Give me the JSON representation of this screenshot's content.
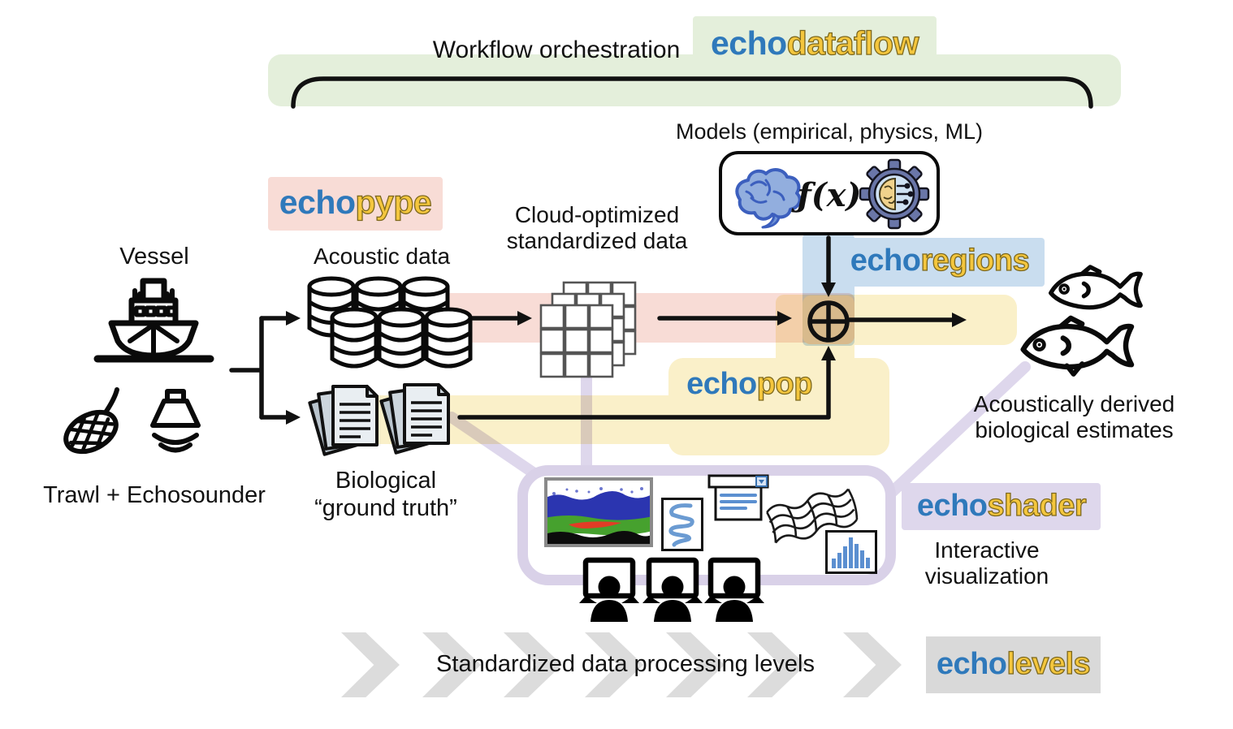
{
  "palette": {
    "logo_blue": "#2f79bb",
    "logo_gold": "#f4c63d",
    "gold_outline": "#7d681d",
    "green_bg": "#e4efdb",
    "pink_bg": "#f8dcd6",
    "yellow_bg": "#faf0c9",
    "blue_bg": "#c9ddef",
    "purple_bg": "#ded7ec",
    "gray_bg": "#d9d9d9",
    "tan_overlap": "#d8ba8c",
    "line_black": "#111111"
  },
  "orchestration": {
    "label": "Workflow orchestration",
    "logo_prefix": "echo",
    "logo_suffix": "dataflow"
  },
  "models": {
    "title": "Models (empirical, physics, ML)",
    "fx": "ƒ(x)"
  },
  "vessel": {
    "title": "Vessel",
    "caption": "Trawl + Echosounder"
  },
  "echopype": {
    "logo_prefix": "echo",
    "logo_suffix": "pype"
  },
  "acoustic_data": {
    "label": "Acoustic data"
  },
  "cloud_data": {
    "line1": "Cloud-optimized",
    "line2": "standardized data"
  },
  "echoregions": {
    "logo_prefix": "echo",
    "logo_suffix": "regions"
  },
  "echopop": {
    "logo_prefix": "echo",
    "logo_suffix": "pop"
  },
  "biological": {
    "line1": "Biological",
    "line2": "“ground truth”"
  },
  "estimates": {
    "line1": "Acoustically derived",
    "line2": "biological estimates"
  },
  "echoshader": {
    "logo_prefix": "echo",
    "logo_suffix": "shader",
    "caption1": "Interactive",
    "caption2": "visualization"
  },
  "echolevels": {
    "label": "Standardized data processing levels",
    "logo_prefix": "echo",
    "logo_suffix": "levels"
  }
}
